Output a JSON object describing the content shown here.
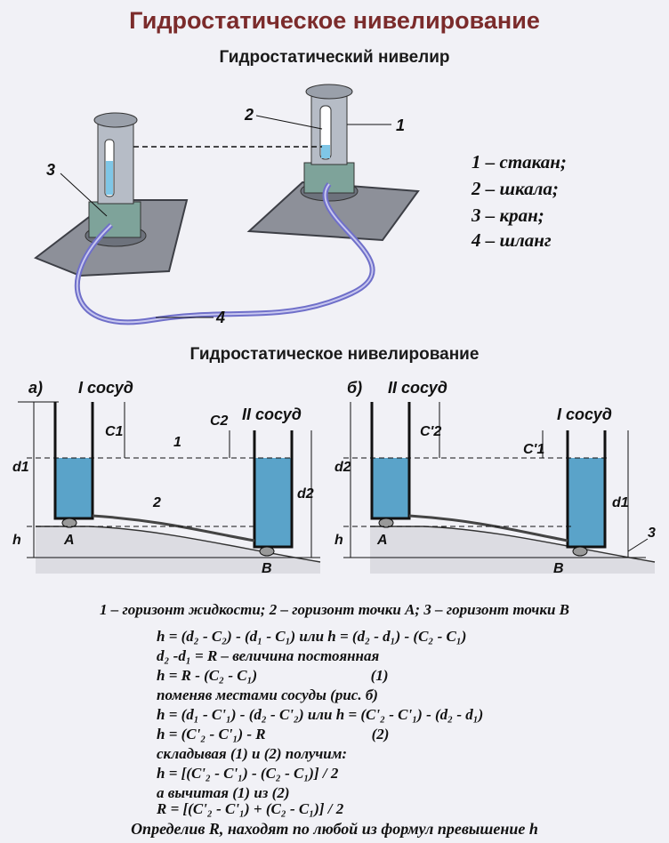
{
  "title": "Гидростатическое нивелирование",
  "subtitle_device": "Гидростатический нивелир",
  "subtitle_diagram": "Гидростатическое нивелирование",
  "device_labels": {
    "one": "1",
    "two": "2",
    "three": "3",
    "four": "4"
  },
  "legend": [
    "1 – стакан;",
    "2 – шкала;",
    "3 – кран;",
    "4 – шланг"
  ],
  "diagram_a": {
    "label": "а)",
    "vessel_left": "I сосуд",
    "vessel_right": "II сосуд",
    "c1": "C1",
    "c2": "C2",
    "d1": "d1",
    "d2": "d2",
    "h": "h",
    "point_a": "A",
    "point_b": "B",
    "line1": "1",
    "line2": "2"
  },
  "diagram_b": {
    "label": "б)",
    "vessel_left": "II сосуд",
    "vessel_right": "I сосуд",
    "c2p": "C'2",
    "c1p": "C'1",
    "d2": "d2",
    "d1": "d1",
    "h": "h",
    "point_a": "A",
    "point_b": "B",
    "line3": "3"
  },
  "caption": "1 – горизонт жидкости; 2 – горизонт точки A; 3 – горизонт точки B",
  "formulas": [
    "h = (d₂ - C₂) - (d₁ - C₁) или h = (d₂ - d₁) - (C₂ - C₁)",
    "d₂ -d₁ = R – величина постоянная",
    "h = R - (C₂ - C₁)                              (1)",
    "поменяв местами сосуды (рис. б)",
    "h = (d₁ - C'₁) - (d₂ - C'₂) или h = (C'₂ - C'₁) - (d₂ - d₁)",
    "h = (C'₂ - C'₁) - R                            (2)",
    "складывая (1) и (2) получим:",
    "h = [(C'₂ - C'₁) - (C₂ - C₁)] / 2",
    "а вычитая (1) из (2)",
    "R = [(C'₂ - C'₁) + (C₂ - C₁)] / 2"
  ],
  "final_note": "Определив R, находят по любой из формул превышение h"
}
